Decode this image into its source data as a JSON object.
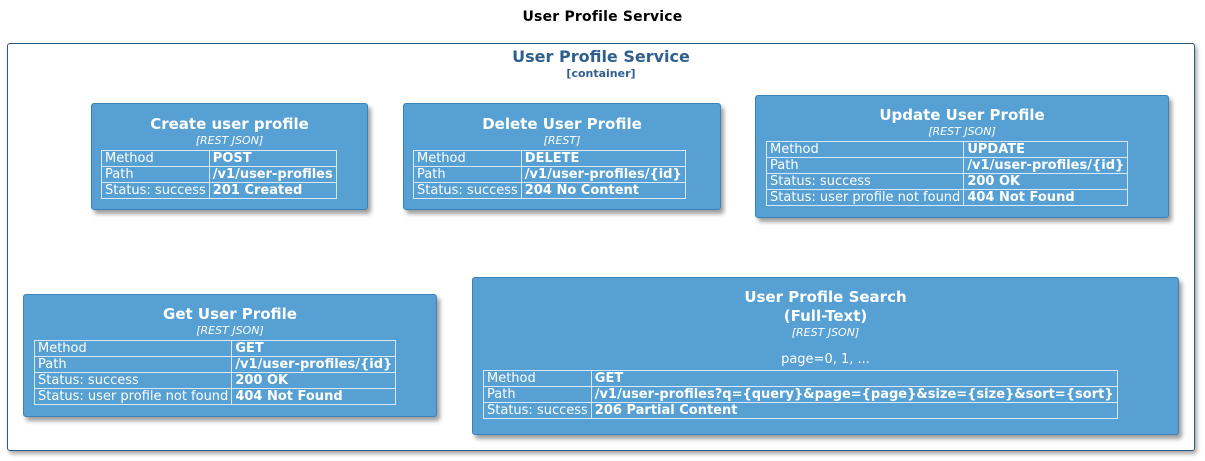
{
  "page": {
    "title": "User Profile Service"
  },
  "container": {
    "name": "User Profile Service",
    "type": "[container]",
    "border_color": "#2c5a86",
    "title_color": "#2f5f8f"
  },
  "card_style": {
    "fill_color": "#56a0d3",
    "text_color": "#ffffff"
  },
  "components": {
    "create": {
      "title": "Create user profile",
      "technology": "[REST JSON]",
      "rows": [
        {
          "key": "Method",
          "value": "POST"
        },
        {
          "key": "Path",
          "value": "/v1/user-profiles"
        },
        {
          "key": "Status: success",
          "value": "201 Created"
        }
      ]
    },
    "delete": {
      "title": "Delete User Profile",
      "technology": "[REST]",
      "rows": [
        {
          "key": "Method",
          "value": "DELETE"
        },
        {
          "key": "Path",
          "value": "/v1/user-profiles/{id}"
        },
        {
          "key": "Status: success",
          "value": "204 No Content"
        }
      ]
    },
    "update": {
      "title": "Update User Profile",
      "technology": "[REST JSON]",
      "rows": [
        {
          "key": "Method",
          "value": "UPDATE"
        },
        {
          "key": "Path",
          "value": "/v1/user-profiles/{id}"
        },
        {
          "key": "Status: success",
          "value": "200 OK"
        },
        {
          "key": "Status: user profile not found",
          "value": "404 Not Found"
        }
      ]
    },
    "get": {
      "title": "Get User Profile",
      "technology": "[REST JSON]",
      "rows": [
        {
          "key": "Method",
          "value": "GET"
        },
        {
          "key": "Path",
          "value": "/v1/user-profiles/{id}"
        },
        {
          "key": "Status: success",
          "value": "200 OK"
        },
        {
          "key": "Status: user profile not found",
          "value": "404 Not Found"
        }
      ]
    },
    "search": {
      "title_line1": "User Profile Search",
      "title_line2": "(Full-Text)",
      "technology": "[REST JSON]",
      "description": "page=0, 1, ...",
      "rows": [
        {
          "key": "Method",
          "value": "GET"
        },
        {
          "key": "Path",
          "value": "/v1/user-profiles?q={query}&page={page}&size={size}&sort={sort}"
        },
        {
          "key": "Status: success",
          "value": "206 Partial Content"
        }
      ]
    }
  }
}
